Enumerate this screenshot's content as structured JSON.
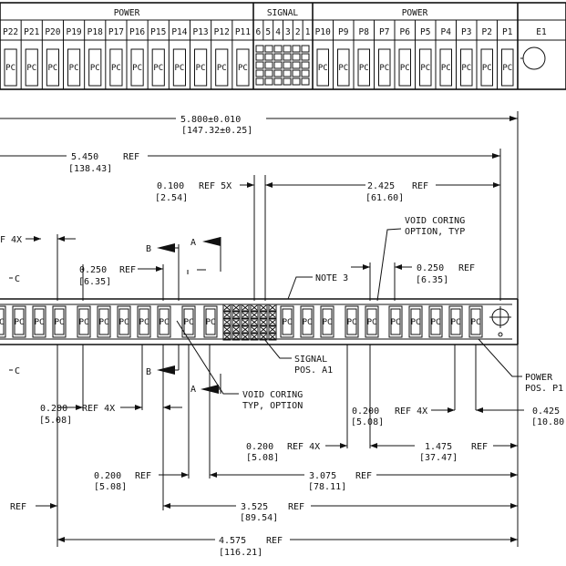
{
  "table": {
    "power_header_left": "POWER",
    "signal_header": "SIGNAL",
    "power_header_right": "POWER",
    "left_pins": [
      "P22",
      "P21",
      "P20",
      "P19",
      "P18",
      "P17",
      "P16",
      "P15",
      "P14",
      "P13",
      "P12",
      "P11"
    ],
    "signal_pins": [
      "6",
      "5",
      "4",
      "3",
      "2",
      "1"
    ],
    "right_pins": [
      "P10",
      "P9",
      "P8",
      "P7",
      "P6",
      "P5",
      "P4",
      "P3",
      "P2",
      "P1"
    ],
    "e_pin": "E1",
    "contact_label": "PC"
  },
  "dimensions": {
    "overall": {
      "value": "5.800±0.010",
      "metric": "[147.32±0.25]"
    },
    "d5450": {
      "value": "5.450",
      "suffix": "REF",
      "metric": "[138.43]"
    },
    "d0100": {
      "value": "0.100",
      "suffix": "REF 5X",
      "metric": "[2.54]"
    },
    "d2425": {
      "value": "2.425",
      "suffix": "REF",
      "metric": "[61.60]"
    },
    "left_4x": {
      "text": "F 4X"
    },
    "d0250_left": {
      "value": "0.250",
      "suffix": "REF",
      "metric": "[6.35]"
    },
    "d0250_right": {
      "value": "0.250",
      "suffix": "REF",
      "metric": "[6.35]"
    },
    "d0200_4x_left": {
      "value": "0.200",
      "suffix": "REF 4X",
      "metric": "[5.08]"
    },
    "d0200_4x_right": {
      "value": "0.200",
      "suffix": "REF 4X",
      "metric": "[5.08]"
    },
    "d0200_4x_mid": {
      "value": "0.200",
      "suffix": "REF 4X",
      "metric": "[5.08]"
    },
    "d0200_ref": {
      "value": "0.200",
      "suffix": "REF",
      "metric": "[5.08]"
    },
    "d0425": {
      "value": "0.425",
      "metric": "[10.80"
    },
    "d1475": {
      "value": "1.475",
      "suffix": "REF",
      "metric": "[37.47]"
    },
    "d3075": {
      "value": "3.075",
      "suffix": "REF",
      "metric": "[78.11]"
    },
    "d3525": {
      "value": "3.525",
      "suffix": "REF",
      "metric": "[89.54]"
    },
    "d4575": {
      "value": "4.575",
      "suffix": "REF",
      "metric": "[116.21]"
    },
    "left_ref": {
      "text": "REF"
    }
  },
  "callouts": {
    "void_coring_option": [
      "VOID CORING",
      "OPTION, TYP"
    ],
    "void_coring_typ": [
      "VOID CORING",
      "TYP, OPTION"
    ],
    "note3": "NOTE 3",
    "signal_pos": [
      "SIGNAL",
      "POS. A1"
    ],
    "power_pos": [
      "POWER",
      "POS. P1"
    ],
    "section_a": "A",
    "section_b": "B",
    "section_c": "C"
  }
}
